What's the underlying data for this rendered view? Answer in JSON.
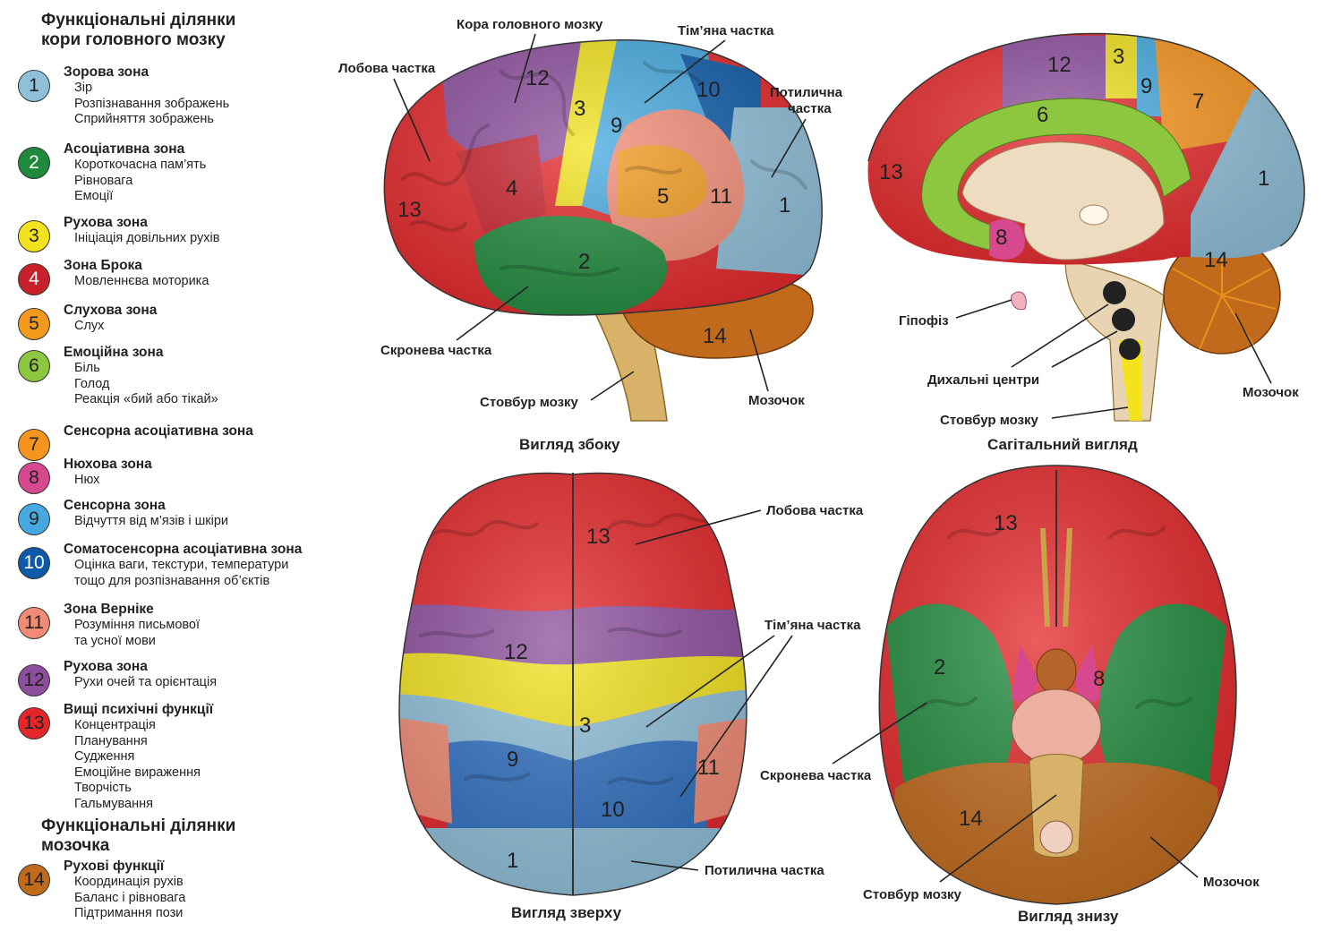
{
  "legend": {
    "cortex_title_line1": "Функціональні ділянки",
    "cortex_title_line2": "кори головного мозку",
    "cerebellum_title_line1": "Функціональні ділянки",
    "cerebellum_title_line2": "мозочка",
    "items": [
      {
        "num": "1",
        "color": "#8fbfd9",
        "title": "Зорова зона",
        "desc": [
          "Зір",
          "Розпізнавання зображень",
          "Сприйняття зображень"
        ]
      },
      {
        "num": "2",
        "color": "#1f8a3c",
        "title": "Асоціативна зона",
        "desc": [
          "Короткочасна пам’ять",
          "Рівновага",
          "Емоції"
        ]
      },
      {
        "num": "3",
        "color": "#f3e21c",
        "title": "Рухова зона",
        "desc": [
          "Ініціація довільних рухів"
        ]
      },
      {
        "num": "4",
        "color": "#c8202b",
        "title": "Зона Брока",
        "desc": [
          "Мовленнєва моторика"
        ]
      },
      {
        "num": "5",
        "color": "#f39a1c",
        "title": "Слухова зона",
        "desc": [
          "Слух"
        ]
      },
      {
        "num": "6",
        "color": "#8dc63f",
        "title": "Емоційна зона",
        "desc": [
          "Біль",
          "Голод",
          "Реакція «бий або тікай»"
        ]
      },
      {
        "num": "7",
        "color": "#f7941d",
        "title": "Сенсорна асоціативна зона",
        "desc": []
      },
      {
        "num": "8",
        "color": "#d6498f",
        "title": "Нюхова зона",
        "desc": [
          "Нюх"
        ]
      },
      {
        "num": "9",
        "color": "#45a9e0",
        "title": "Сенсорна зона",
        "desc": [
          "Відчуття від м’язів і шкіри"
        ]
      },
      {
        "num": "10",
        "color": "#0d5aa8",
        "title": "Соматосенсорна асоціативна зона",
        "desc": [
          "Оцінка ваги, текстури, температури",
          "тощо для розпізнавання об’єктів"
        ]
      },
      {
        "num": "11",
        "color": "#f28b75",
        "title": "Зона Верніке",
        "desc": [
          "Розуміння письмової",
          "та усної мови"
        ]
      },
      {
        "num": "12",
        "color": "#8d4e9d",
        "title": "Рухова зона",
        "desc": [
          "Рухи очей та орієнтація"
        ]
      },
      {
        "num": "13",
        "color": "#e42629",
        "title": "Вищі психічні функції",
        "desc": [
          "Концентрація",
          "Планування",
          "Судження",
          "Емоційне вираження",
          "Творчість",
          "Гальмування"
        ]
      },
      {
        "num": "14",
        "color": "#c16a1c",
        "title": "Рухові функції",
        "desc": [
          "Координація рухів",
          "Баланс і рівновага",
          "Підтримання пози"
        ]
      }
    ]
  },
  "views": {
    "side": {
      "title": "Вигляд збоку",
      "labels": {
        "cortex": "Кора головного мозку",
        "parietal": "Тім’яна частка",
        "frontal": "Лобова частка",
        "occipital_1": "Потилична",
        "occipital_2": "частка",
        "temporal": "Скронева частка",
        "brainstem": "Стовбур мозку",
        "cerebellum": "Мозочок"
      }
    },
    "sagittal": {
      "title": "Сагітальний вигляд",
      "labels": {
        "pituitary": "Гіпофіз",
        "respiratory": "Дихальні центри",
        "brainstem": "Стовбур мозку",
        "cerebellum": "Мозочок"
      }
    },
    "top": {
      "title": "Вигляд зверху",
      "labels": {
        "frontal": "Лобова частка",
        "parietal": "Тім’яна частка",
        "occipital": "Потилична частка"
      }
    },
    "bottom": {
      "title": "Вигляд знизу",
      "labels": {
        "temporal": "Скронева частка",
        "brainstem": "Стовбур мозку",
        "cerebellum": "Мозочок"
      }
    }
  },
  "region_numbers": [
    "1",
    "2",
    "3",
    "4",
    "5",
    "6",
    "7",
    "8",
    "9",
    "10",
    "11",
    "12",
    "13",
    "14"
  ],
  "colors": {
    "z1": "#8fbfd9",
    "z2": "#1f8a3c",
    "z3": "#f3e21c",
    "z4": "#c8202b",
    "z5": "#f39a1c",
    "z6": "#8dc63f",
    "z7": "#f7941d",
    "z8": "#d6498f",
    "z9": "#45a9e0",
    "z10": "#0d5aa8",
    "z11": "#f28b75",
    "z12": "#8d4e9d",
    "z13": "#e42629",
    "z14": "#c16a1c",
    "stem": "#d9b26a"
  }
}
